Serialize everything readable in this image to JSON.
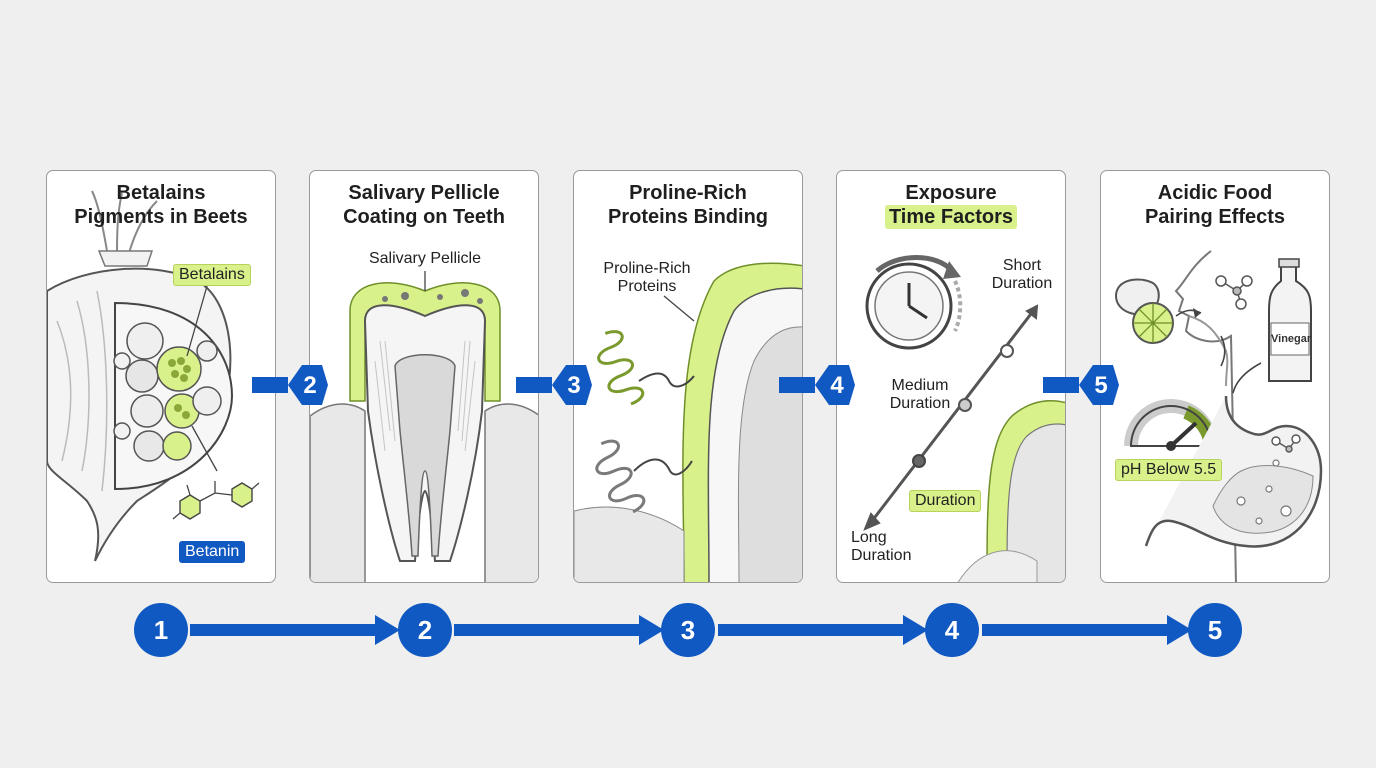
{
  "panels": [
    {
      "title_lines": [
        "Betalains",
        "Pigments in Beets"
      ],
      "labels": {
        "betalains": "Betalains",
        "betanin": "Betanin"
      }
    },
    {
      "title_lines": [
        "Salivary Pellicle",
        "Coating on Teeth"
      ],
      "labels": {
        "pellicle": "Salivary Pellicle"
      }
    },
    {
      "title_lines": [
        "Proline-Rich",
        "Proteins Binding"
      ],
      "labels": {
        "proteins_line1": "Proline-Rich",
        "proteins_line2": "Proteins"
      }
    },
    {
      "title_lines": [
        "Exposure",
        "Time Factors"
      ],
      "labels": {
        "short_1": "Short",
        "short_2": "Duration",
        "medium_1": "Medium",
        "medium_2": "Duration",
        "long_1": "Long",
        "long_2": "Duration",
        "duration": "Duration"
      }
    },
    {
      "title_lines": [
        "Acidic Food",
        "Pairing Effects"
      ],
      "labels": {
        "vinegar": "Vinegar",
        "ph": "pH Below 5.5"
      }
    }
  ],
  "between_markers": [
    "2",
    "3",
    "4",
    "5"
  ],
  "bottom_steps": [
    "1",
    "2",
    "3",
    "4",
    "5"
  ],
  "colors": {
    "accent_blue": "#1159c2",
    "highlight_green": "#d8f18a",
    "outline": "#4a4a4a"
  }
}
